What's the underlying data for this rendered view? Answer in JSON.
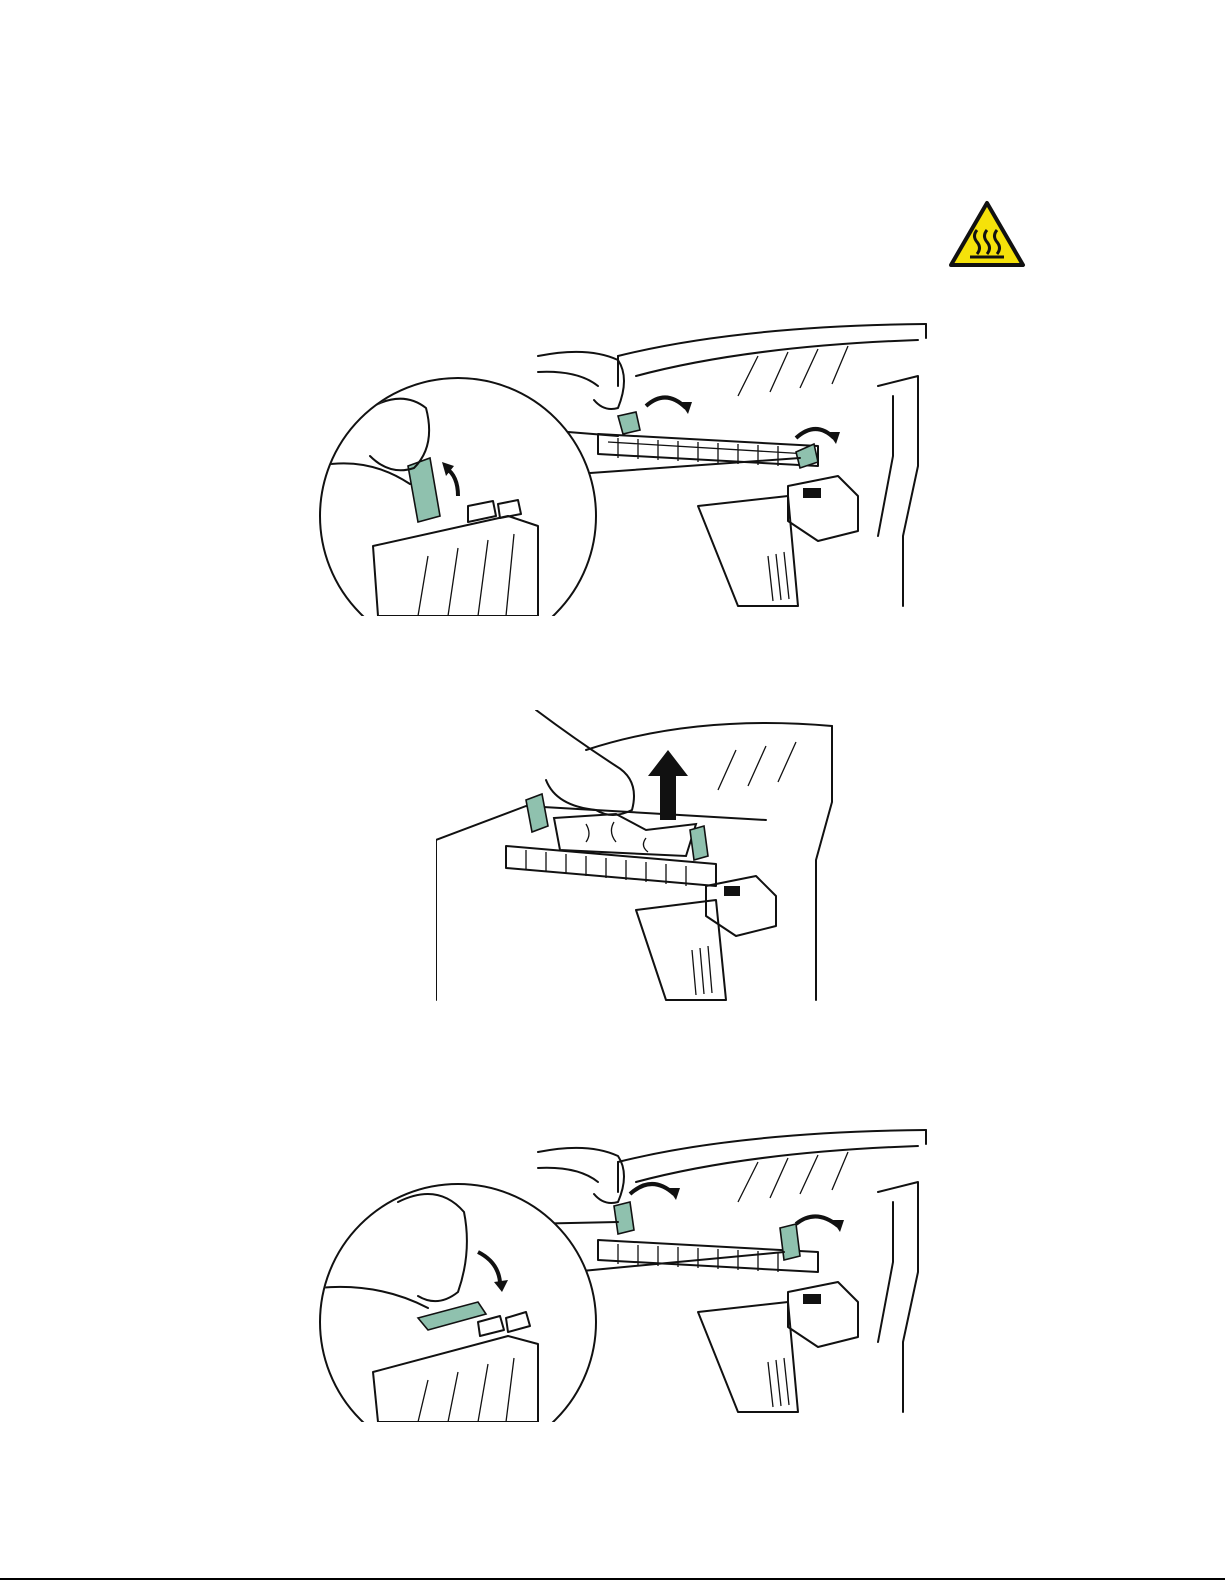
{
  "colors": {
    "warning_yellow": "#f5e20a",
    "tab_green": "#8fc1ae",
    "line": "#111111"
  },
  "icons": {
    "warning": "hot-surface-warning-icon",
    "lift_arrow": "up-arrow-icon"
  },
  "figures": [
    {
      "depicts": "fuser-levers-lifted"
    },
    {
      "depicts": "remove-jammed-paper"
    },
    {
      "depicts": "fuser-levers-lowered"
    }
  ]
}
